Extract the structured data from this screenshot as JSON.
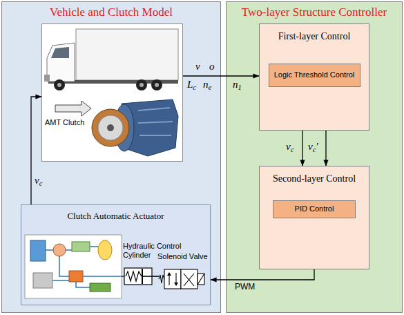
{
  "diagram": {
    "nodes": [
      {
        "text": [
          "Vehicle and Clutch Model"
        ]
      },
      {
        "text": [
          "AMT Clutch"
        ],
        "in": 0
      },
      {
        "text": [
          "Clutch Automatic Actuator"
        ],
        "in": 0
      },
      {
        "text": [
          "Two-layer Structure Controller"
        ]
      },
      {
        "text": [
          "First-layer Control"
        ],
        "in": 3
      },
      {
        "text": [
          "Logic Threshold Control"
        ],
        "in": 4
      },
      {
        "text": [
          "Second-layer Control"
        ],
        "in": 3
      },
      {
        "text": [
          "PID Control"
        ],
        "in": 6
      }
    ],
    "edges": [
      {
        "from": 1,
        "to": 4,
        "arrow": "to"
      },
      {
        "from": 4,
        "to": 6,
        "label": "vc",
        "arrow": "to"
      },
      {
        "from": 4,
        "to": 6,
        "label": "vc'",
        "arrow": "to"
      },
      {
        "from": 6,
        "to": 2,
        "label": "PWM",
        "arrow": "to"
      },
      {
        "from": 2,
        "to": 1,
        "label": "vc",
        "arrow": "to"
      }
    ],
    "labels": [
      "v",
      "o",
      "Lc",
      "ne",
      "n1",
      "Hydraulic Control Cylinder",
      "Solenoid Valve"
    ]
  }
}
